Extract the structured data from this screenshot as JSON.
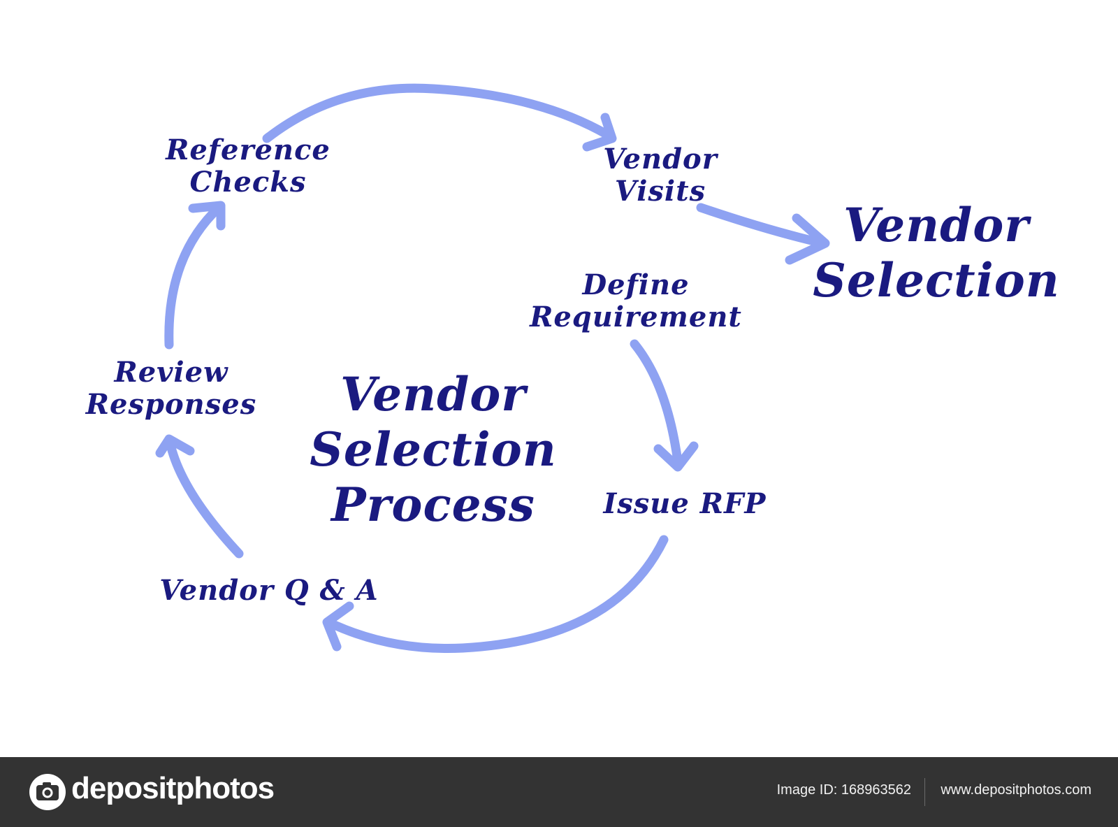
{
  "diagram": {
    "colors": {
      "text": "#1a1a80",
      "arrow": "#8ea2f2",
      "background": "#ffffff"
    },
    "center_title": [
      "Vendor",
      "Selection",
      "Process"
    ],
    "outcome": [
      "Vendor",
      "Selection"
    ],
    "steps": [
      {
        "label": [
          "Define",
          "Requirement"
        ]
      },
      {
        "label": [
          "Issue RFP"
        ]
      },
      {
        "label": [
          "Vendor Q & A"
        ]
      },
      {
        "label": [
          "Review",
          "Responses"
        ]
      },
      {
        "label": [
          "Reference",
          "Checks"
        ]
      },
      {
        "label": [
          "Vendor",
          "Visits"
        ]
      }
    ]
  },
  "watermark": {
    "brand": "depositphotos",
    "image_id": "Image ID: 168963562",
    "url": "www.depositphotos.com",
    "icon": "camera-icon",
    "bar_color": "#333333"
  }
}
